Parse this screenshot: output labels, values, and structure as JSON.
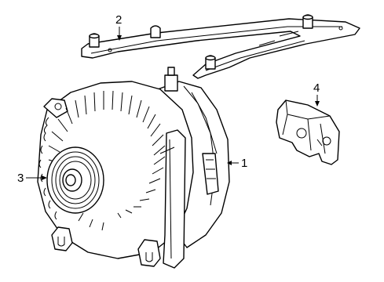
{
  "diagram": {
    "background": "#ffffff",
    "line_color": "#000000",
    "parts": [
      {
        "number": "1",
        "item": "alternator"
      },
      {
        "number": "2",
        "item": "mounting-bracket"
      },
      {
        "number": "3",
        "item": "pulley"
      },
      {
        "number": "4",
        "item": "support-bracket"
      }
    ],
    "callouts": {
      "c1": "1",
      "c2": "2",
      "c3": "3",
      "c4": "4"
    }
  }
}
